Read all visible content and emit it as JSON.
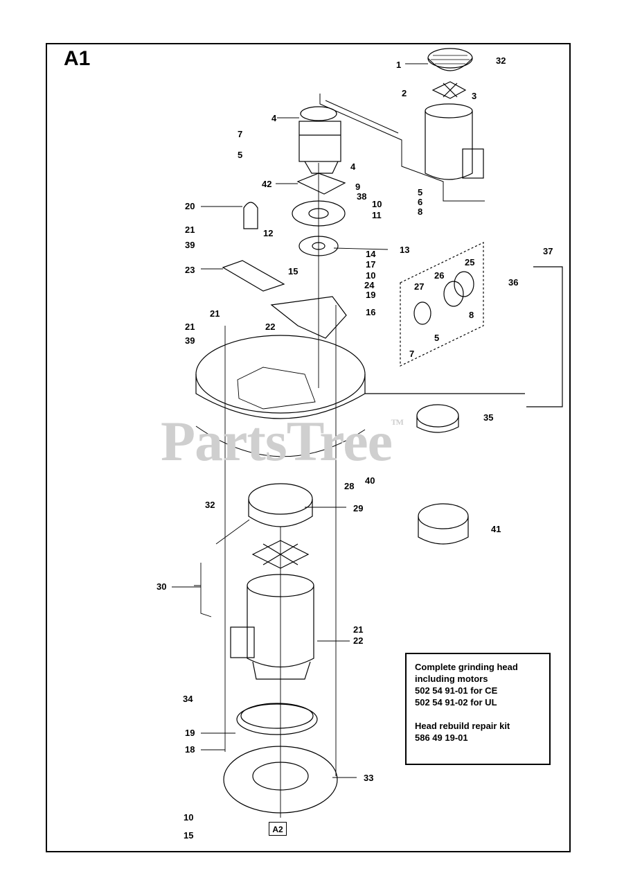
{
  "section_label": "A1",
  "watermark": {
    "text": "PartsTree",
    "mark": "TM"
  },
  "reference_box": "A2",
  "infobox": {
    "line1": "Complete grinding head",
    "line2": "including motors",
    "line3": "502 54 91-01 for CE",
    "line4": "502 54 91-02 for UL",
    "line5": "Head rebuild repair kit",
    "line6": "586 49 19-01"
  },
  "callouts": [
    {
      "id": "c1",
      "text": "1"
    },
    {
      "id": "c32a",
      "text": "32"
    },
    {
      "id": "c2",
      "text": "2"
    },
    {
      "id": "c3",
      "text": "3"
    },
    {
      "id": "c4a",
      "text": "4"
    },
    {
      "id": "c7a",
      "text": "7"
    },
    {
      "id": "c5a",
      "text": "5"
    },
    {
      "id": "c4b",
      "text": "4"
    },
    {
      "id": "c42",
      "text": "42"
    },
    {
      "id": "c9",
      "text": "9"
    },
    {
      "id": "c38",
      "text": "38"
    },
    {
      "id": "c5b",
      "text": "5"
    },
    {
      "id": "c6",
      "text": "6"
    },
    {
      "id": "c8a",
      "text": "8"
    },
    {
      "id": "c10a",
      "text": "10"
    },
    {
      "id": "c11",
      "text": "11"
    },
    {
      "id": "c20",
      "text": "20"
    },
    {
      "id": "c21a",
      "text": "21"
    },
    {
      "id": "c12",
      "text": "12"
    },
    {
      "id": "c39a",
      "text": "39"
    },
    {
      "id": "c14",
      "text": "14"
    },
    {
      "id": "c13",
      "text": "13"
    },
    {
      "id": "c37",
      "text": "37"
    },
    {
      "id": "c23",
      "text": "23"
    },
    {
      "id": "c15a",
      "text": "15"
    },
    {
      "id": "c17",
      "text": "17"
    },
    {
      "id": "c10b",
      "text": "10"
    },
    {
      "id": "c24",
      "text": "24"
    },
    {
      "id": "c19a",
      "text": "19"
    },
    {
      "id": "c25",
      "text": "25"
    },
    {
      "id": "c36",
      "text": "36"
    },
    {
      "id": "c27",
      "text": "27"
    },
    {
      "id": "c26",
      "text": "26"
    },
    {
      "id": "c16",
      "text": "16"
    },
    {
      "id": "c8b",
      "text": "8"
    },
    {
      "id": "c21b",
      "text": "21"
    },
    {
      "id": "c21c",
      "text": "21"
    },
    {
      "id": "c22a",
      "text": "22"
    },
    {
      "id": "c5c",
      "text": "5"
    },
    {
      "id": "c39b",
      "text": "39"
    },
    {
      "id": "c7b",
      "text": "7"
    },
    {
      "id": "c35",
      "text": "35"
    },
    {
      "id": "c40",
      "text": "40"
    },
    {
      "id": "c28",
      "text": "28"
    },
    {
      "id": "c32b",
      "text": "32"
    },
    {
      "id": "c29",
      "text": "29"
    },
    {
      "id": "c41",
      "text": "41"
    },
    {
      "id": "c30",
      "text": "30"
    },
    {
      "id": "c21d",
      "text": "21"
    },
    {
      "id": "c22b",
      "text": "22"
    },
    {
      "id": "c34",
      "text": "34"
    },
    {
      "id": "c19b",
      "text": "19"
    },
    {
      "id": "c18",
      "text": "18"
    },
    {
      "id": "c33",
      "text": "33"
    },
    {
      "id": "c10c",
      "text": "10"
    },
    {
      "id": "c15b",
      "text": "15"
    }
  ],
  "colors": {
    "ink": "#000000",
    "watermark": "#cfcfcf",
    "paper": "#ffffff"
  }
}
